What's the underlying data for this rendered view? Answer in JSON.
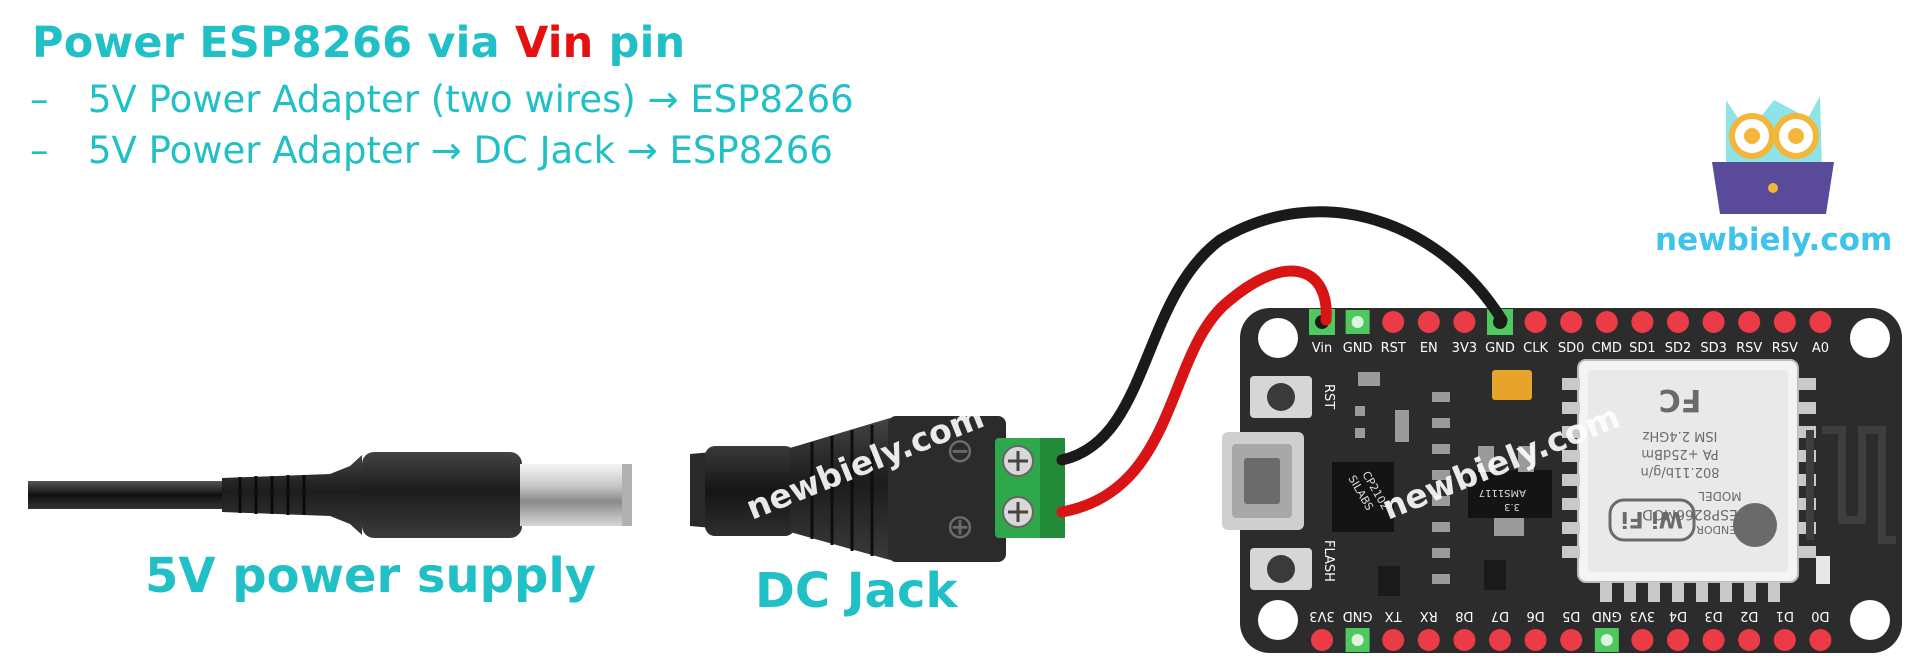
{
  "title": {
    "part1": "Power ESP8266 via ",
    "accent": "Vin",
    "part2": " pin",
    "accent_color": "#e61010",
    "color": "#20c0c6"
  },
  "bullets": [
    {
      "dash": "–",
      "text": "5V Power Adapter (two wires)  → ESP8266"
    },
    {
      "dash": "–",
      "text": "5V Power Adapter → DC Jack → ESP8266"
    }
  ],
  "labels": {
    "power_supply": "5V power supply",
    "dc_jack": "DC Jack"
  },
  "dc_jack": {
    "minus_symbol": "⊖",
    "plus_symbol": "⊕"
  },
  "logo": {
    "text": "newbiely.com",
    "color": "#3ec3ea"
  },
  "watermark": "newbiely.com",
  "board": {
    "top_pins": [
      "Vin",
      "GND",
      "RST",
      "EN",
      "3V3",
      "GND",
      "CLK",
      "SD0",
      "CMD",
      "SD1",
      "SD2",
      "SD3",
      "RSV",
      "RSV",
      "A0"
    ],
    "bottom_pins": [
      "3V3",
      "GND",
      "TX",
      "RX",
      "D8",
      "D7",
      "D6",
      "D5",
      "GND",
      "3V3",
      "D4",
      "D3",
      "D2",
      "D1",
      "D0"
    ],
    "rst_label": "RST",
    "flash_label": "FLASH",
    "usb_chip_text": [
      "SILABS",
      "CP2102"
    ],
    "regulator_text": [
      "AMS1117",
      "3.3"
    ],
    "module_text": {
      "brand": "FC",
      "line1": "ISM 2.4GHz",
      "line2": "PA +25dBm",
      "line3": "802.11b/g/n",
      "model_label": "MODEL",
      "model": "ESP8266MOD",
      "vendor_label": "VENDOR",
      "wifi": "Wi Fi"
    }
  },
  "colors": {
    "wire_red": "#d81414",
    "wire_black": "#1a1a1a",
    "terminal_green": "#2ea84a",
    "board": "#2c2c2c",
    "pin_red": "#ea3b47",
    "pin_green": "#4fc95f"
  }
}
